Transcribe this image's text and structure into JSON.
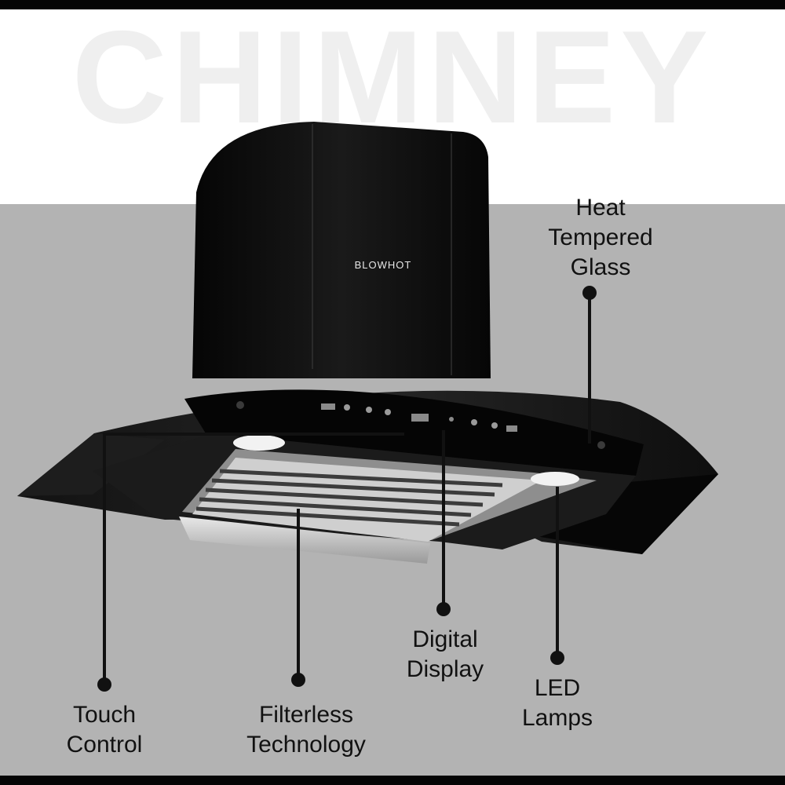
{
  "watermark": "CHIMNEY",
  "brand": "BLOWHOT",
  "callouts": {
    "heat_glass": [
      "Heat",
      "Tempered",
      "Glass"
    ],
    "touch_control": [
      "Touch",
      "Control"
    ],
    "filterless": [
      "Filterless",
      "Technology"
    ],
    "digital_display": [
      "Digital",
      "Display"
    ],
    "led_lamps": [
      "LED",
      "Lamps"
    ]
  },
  "colors": {
    "background_top": "#ffffff",
    "background_bottom": "#b3b3b3",
    "frame": "#050505",
    "watermark": "#efefef",
    "hood": "#0c0c0c",
    "callout_line": "#111111"
  }
}
